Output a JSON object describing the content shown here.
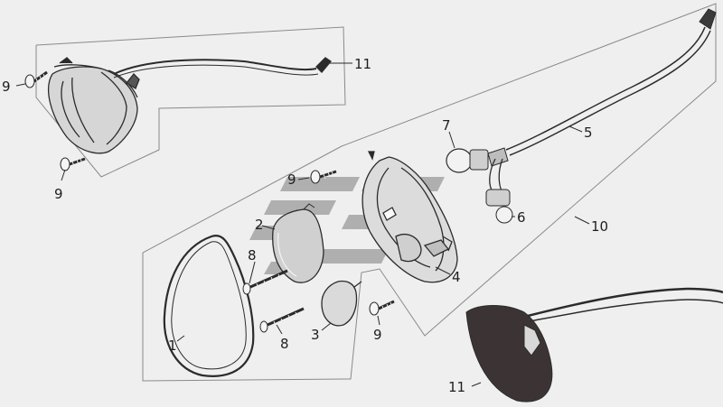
{
  "diagram": {
    "callouts": [
      {
        "id": "c11a",
        "text": "11"
      },
      {
        "id": "c9a",
        "text": "9"
      },
      {
        "id": "c9b",
        "text": "9"
      },
      {
        "id": "c7",
        "text": "7"
      },
      {
        "id": "c5",
        "text": "5"
      },
      {
        "id": "c9c",
        "text": "9"
      },
      {
        "id": "c6",
        "text": "6"
      },
      {
        "id": "c10",
        "text": "10"
      },
      {
        "id": "c2",
        "text": "2"
      },
      {
        "id": "c8a",
        "text": "8"
      },
      {
        "id": "c4",
        "text": "4"
      },
      {
        "id": "c1",
        "text": "1"
      },
      {
        "id": "c8b",
        "text": "8"
      },
      {
        "id": "c3",
        "text": "3"
      },
      {
        "id": "c9d",
        "text": "9"
      },
      {
        "id": "c11b",
        "text": "11"
      }
    ],
    "colors": {
      "background": "#efefef",
      "line": "#2b2b2b",
      "frame": "#8a8a8a",
      "watermark": "#9a9a9a",
      "lens": "#d8d8d8",
      "dark_part": "#3c3434"
    }
  }
}
